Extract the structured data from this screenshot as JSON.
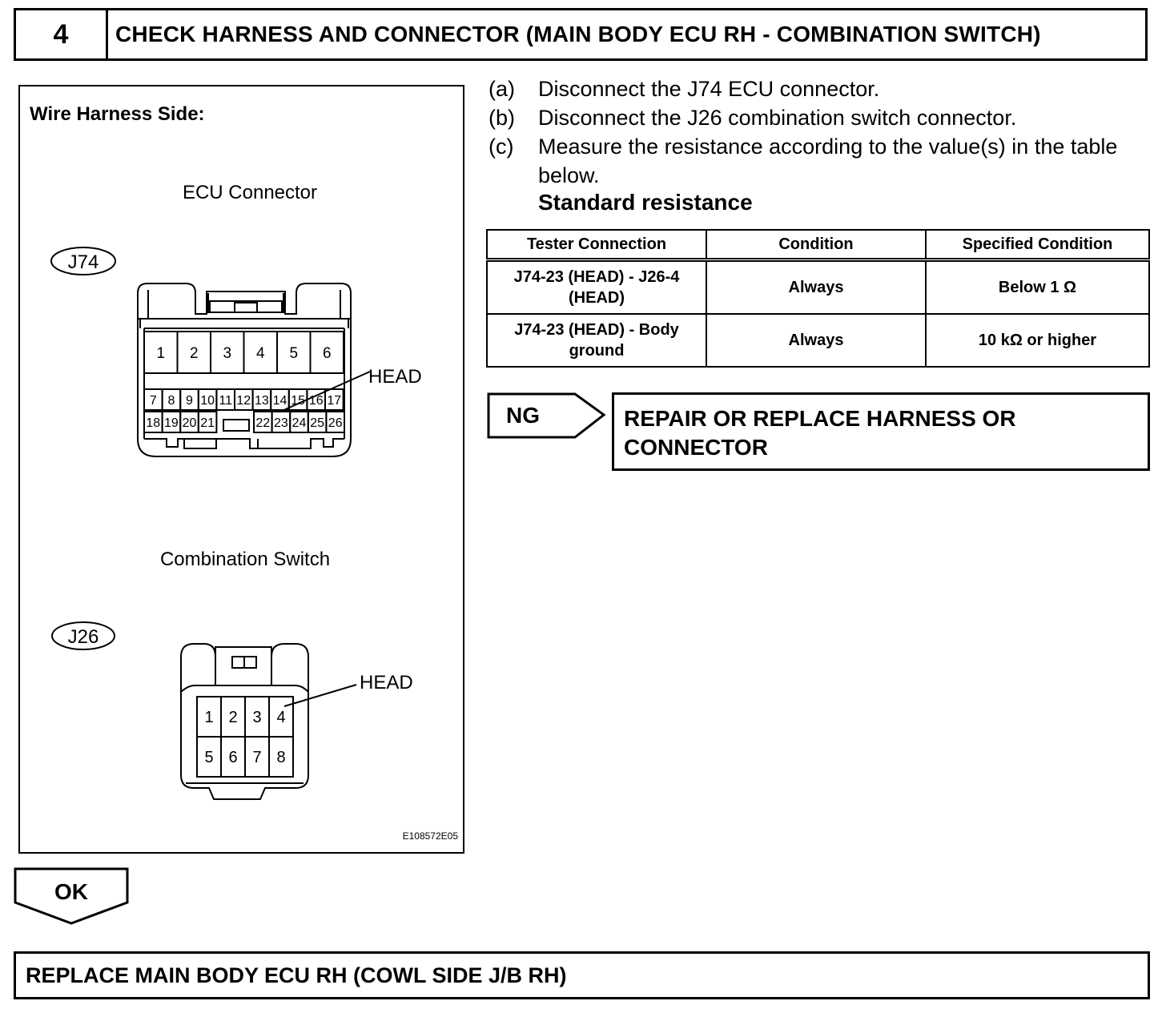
{
  "step": {
    "number": "4",
    "title": "CHECK HARNESS AND CONNECTOR (MAIN BODY ECU RH - COMBINATION SWITCH)"
  },
  "diagram": {
    "side_label": "Wire Harness Side:",
    "ecu_title": "ECU Connector",
    "ecu_id": "J74",
    "ecu_pins_top": [
      "1",
      "2",
      "3",
      "4",
      "5",
      "6"
    ],
    "ecu_pins_mid": [
      "7",
      "8",
      "9",
      "10",
      "11",
      "12",
      "13",
      "14",
      "15",
      "16",
      "17"
    ],
    "ecu_pins_bottom_left": [
      "18",
      "19",
      "20",
      "21"
    ],
    "ecu_pins_bottom_right": [
      "22",
      "23",
      "24",
      "25",
      "26"
    ],
    "ecu_callout": "HEAD",
    "switch_title": "Combination Switch",
    "switch_id": "J26",
    "switch_pins_top": [
      "1",
      "2",
      "3",
      "4"
    ],
    "switch_pins_bottom": [
      "5",
      "6",
      "7",
      "8"
    ],
    "switch_callout": "HEAD",
    "figure_code": "E108572E05"
  },
  "instructions": [
    {
      "letter": "(a)",
      "text": "Disconnect the J74 ECU connector."
    },
    {
      "letter": "(b)",
      "text": "Disconnect the J26 combination switch connector."
    },
    {
      "letter": "(c)",
      "text": "Measure the resistance according to the value(s) in the table below."
    }
  ],
  "standard_title": "Standard resistance",
  "table": {
    "headers": [
      "Tester Connection",
      "Condition",
      "Specified Condition"
    ],
    "rows": [
      [
        "J74-23 (HEAD) - J26-4 (HEAD)",
        "Always",
        "Below 1 Ω"
      ],
      [
        "J74-23 (HEAD) - Body ground",
        "Always",
        "10 kΩ or higher"
      ]
    ]
  },
  "ng": {
    "label": "NG",
    "action": "REPAIR OR REPLACE HARNESS OR CONNECTOR"
  },
  "ok": {
    "label": "OK"
  },
  "final_action": "REPLACE MAIN BODY ECU RH (COWL SIDE J/B RH)"
}
